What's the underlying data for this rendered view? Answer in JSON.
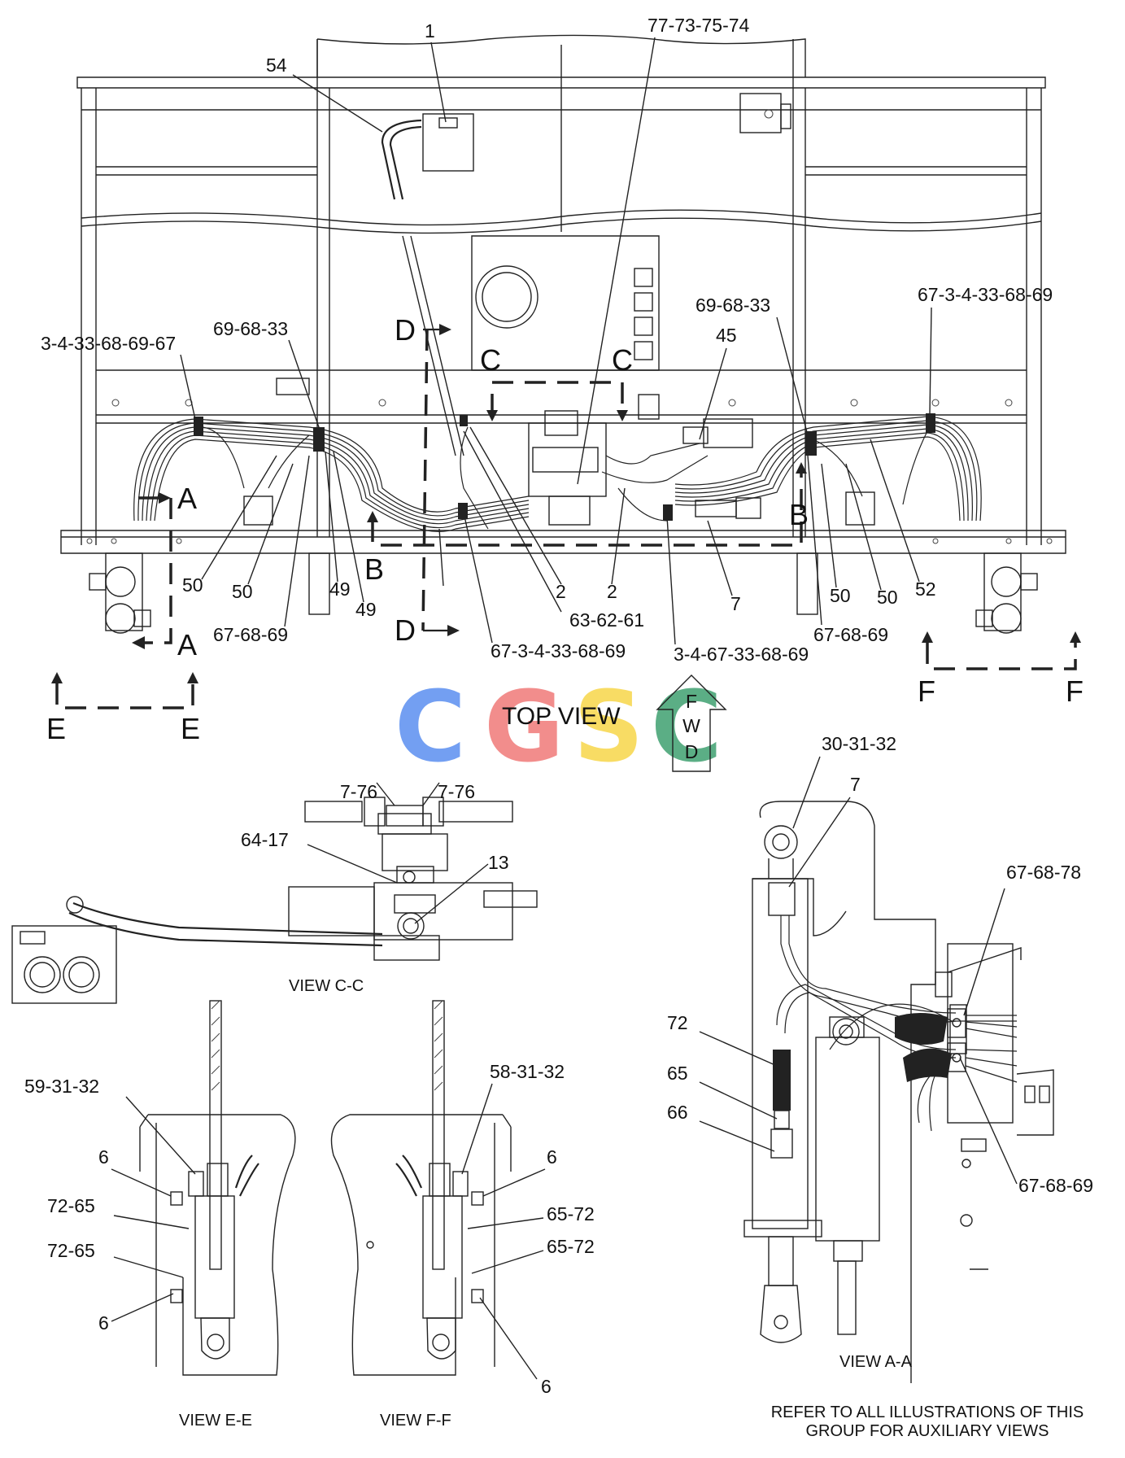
{
  "top_view": {
    "title": "TOP VIEW",
    "fwd_letters": [
      "F",
      "W",
      "D"
    ],
    "section_letters": {
      "a": "A",
      "b": "B",
      "c": "C",
      "d": "D",
      "e": "E",
      "f": "F"
    },
    "callouts": {
      "c1": "1",
      "c54": "54",
      "c77": "77-73-75-74",
      "c3467_left": "3-4-33-68-69-67",
      "c69_left": "69-68-33",
      "c69_right": "69-68-33",
      "c45": "45",
      "c67_right": "67-3-4-33-68-69",
      "c50_a": "50",
      "c50_b": "50",
      "c49_a": "49",
      "c49_b": "49",
      "c6768_left": "67-68-69",
      "c2_a": "2",
      "c2_b": "2",
      "c63": "63-62-61",
      "c7": "7",
      "c50_c": "50",
      "c50_d": "50",
      "c52": "52",
      "c6768_right": "67-68-69",
      "c67_3_4": "67-3-4-33-68-69",
      "c3_4_67": "3-4-67-33-68-69"
    }
  },
  "watermark": {
    "letters": [
      "C",
      "G",
      "S",
      "C"
    ],
    "colors": [
      "#5b8ff0",
      "#f07a78",
      "#f7d64a",
      "#3fa070"
    ]
  },
  "view_cc": {
    "title": "VIEW C-C",
    "callouts": {
      "a": "7-76",
      "b": "7-76",
      "c": "64-17",
      "d": "13"
    }
  },
  "view_aa": {
    "title": "VIEW A-A",
    "callouts": {
      "a": "30-31-32",
      "b": "7",
      "c": "67-68-78",
      "d": "72",
      "e": "65",
      "f": "66",
      "g": "67-68-69"
    }
  },
  "view_ee": {
    "title": "VIEW E-E",
    "callouts": {
      "a": "59-31-32",
      "b": "6",
      "c": "72-65",
      "d": "72-65",
      "e": "6"
    }
  },
  "view_ff": {
    "title": "VIEW F-F",
    "callouts": {
      "a": "58-31-32",
      "b": "6",
      "c": "65-72",
      "d": "65-72",
      "e": "6"
    }
  },
  "note": {
    "line1": "REFER TO ALL ILLUSTRATIONS OF THIS",
    "line2": "GROUP FOR AUXILIARY VIEWS"
  }
}
